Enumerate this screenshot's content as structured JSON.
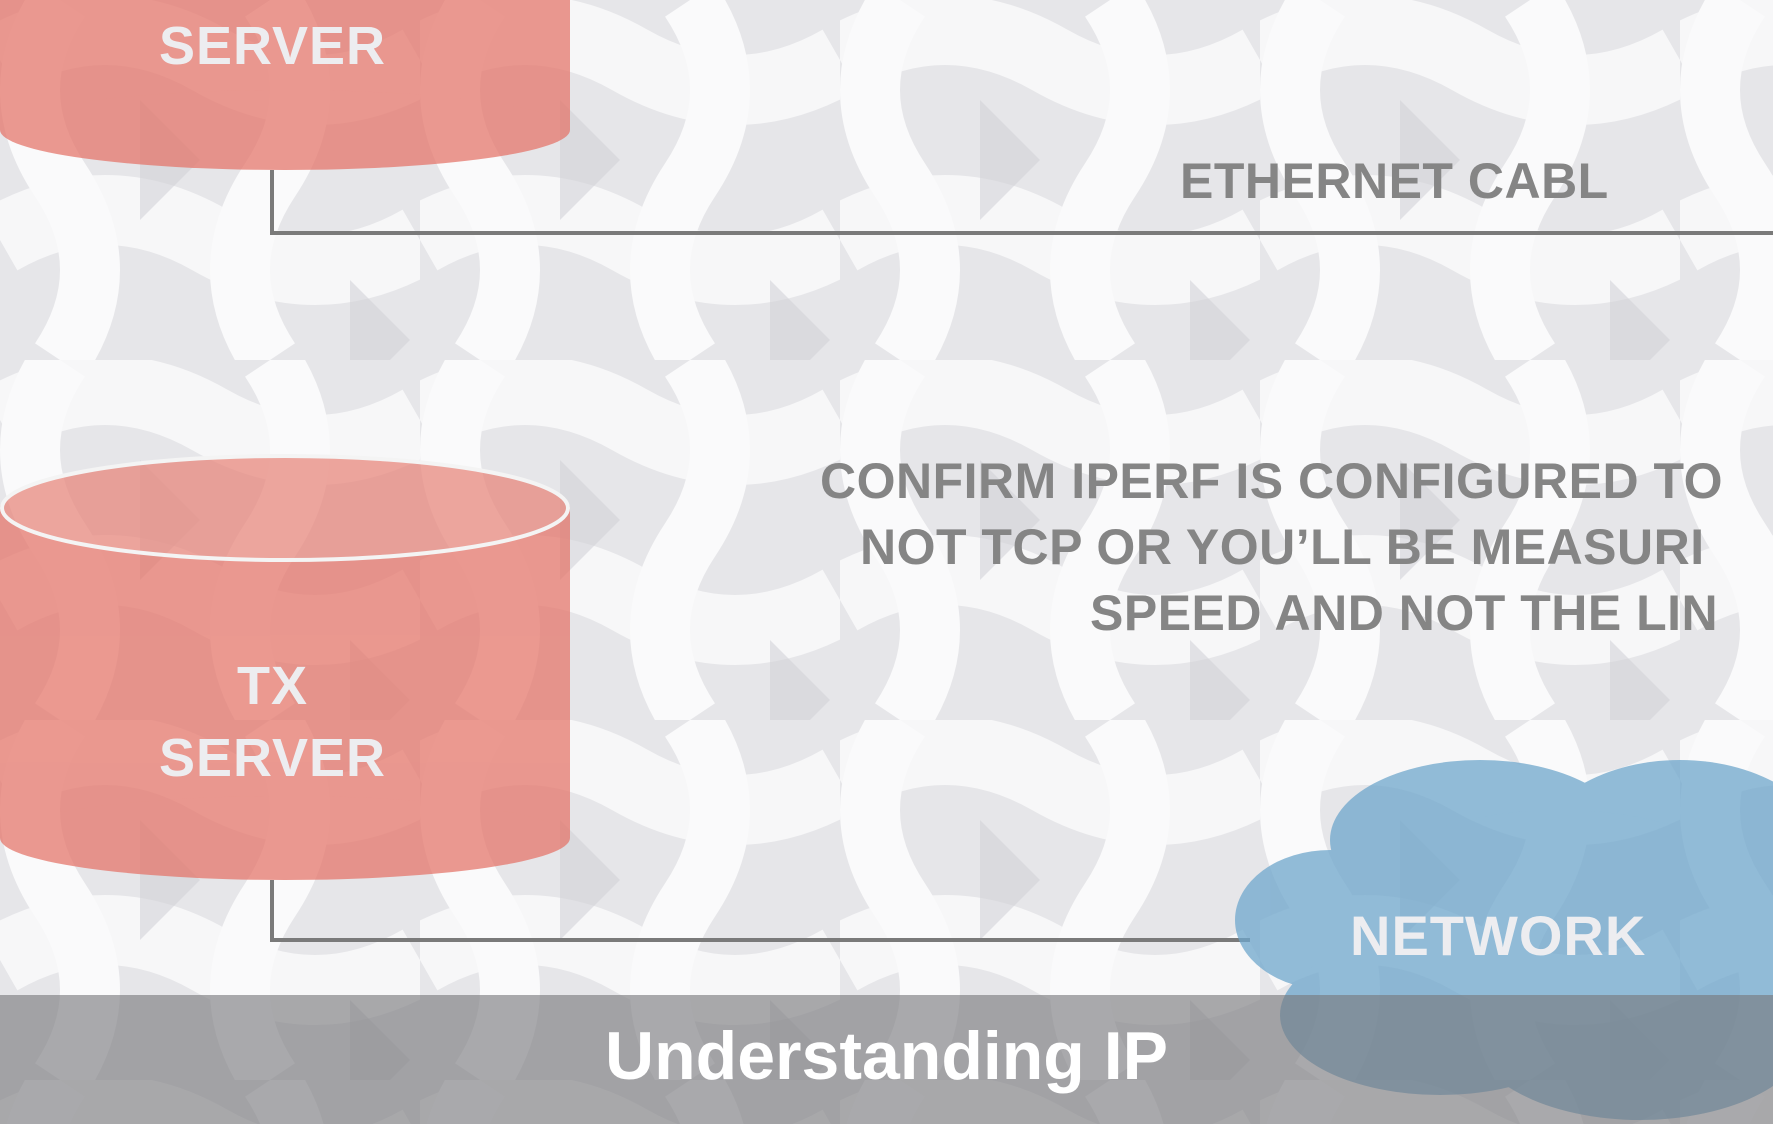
{
  "top_server": {
    "label": "SERVER",
    "color": "#e57367"
  },
  "tx_server": {
    "label": "TX\nSERVER",
    "color": "#e57367"
  },
  "network": {
    "label": "NETWORK",
    "color": "#6fa7cc"
  },
  "ethernet_label": "ETHERNET CABL",
  "note": "CONFIRM IPERF IS CONFIGURED TO\nNOT TCP OR YOU’LL BE MEASURI\nSPEED AND NOT THE LIN",
  "title": "Understanding IP",
  "line_color": "#7a7a7a"
}
